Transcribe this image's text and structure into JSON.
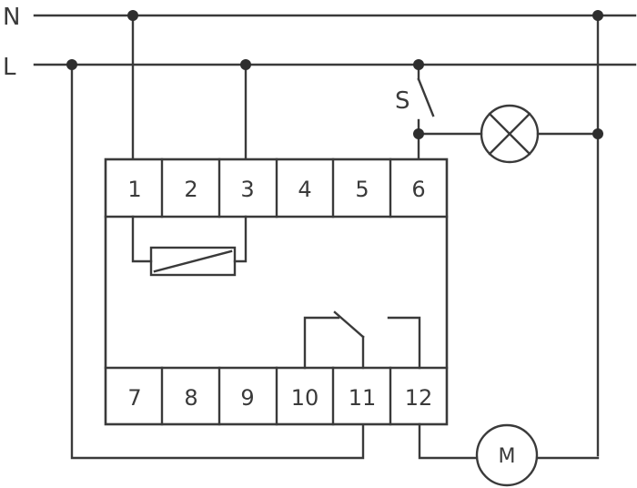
{
  "lines": {
    "neutral": "N",
    "live": "L"
  },
  "switch_label": "S",
  "motor_label": "M",
  "terminals_top": [
    "1",
    "2",
    "3",
    "4",
    "5",
    "6"
  ],
  "terminals_bottom": [
    "7",
    "8",
    "9",
    "10",
    "11",
    "12"
  ],
  "colors": {
    "stroke": "#3a3a3a",
    "background": "#ffffff"
  }
}
